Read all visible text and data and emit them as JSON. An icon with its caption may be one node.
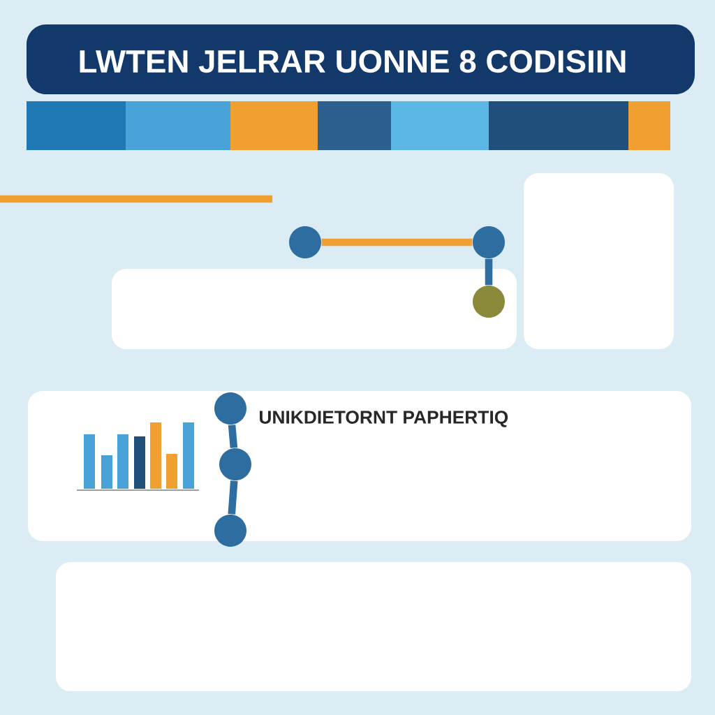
{
  "diagram": {
    "title": "LWTEN JELRAR UONNE 8 CODISIIN",
    "nodes": [
      {
        "text": [],
        "shape": "circle"
      },
      {
        "text": [],
        "shape": "circle"
      },
      {
        "text": [],
        "shape": "circle"
      },
      {
        "text": [],
        "shape": "circle"
      },
      {
        "text": [],
        "shape": "circle"
      },
      {
        "text": [],
        "shape": "circle"
      }
    ],
    "edges": [
      {
        "from": 0,
        "to": 1,
        "arrow": "none",
        "color": "#f0a030"
      },
      {
        "from": 1,
        "to": 2,
        "arrow": "none"
      },
      {
        "from": 3,
        "to": 4,
        "arrow": "none"
      },
      {
        "from": 4,
        "to": 5,
        "arrow": "none"
      }
    ],
    "labels": [
      "UNIKDIETORNT PAPHERTIQ"
    ]
  }
}
